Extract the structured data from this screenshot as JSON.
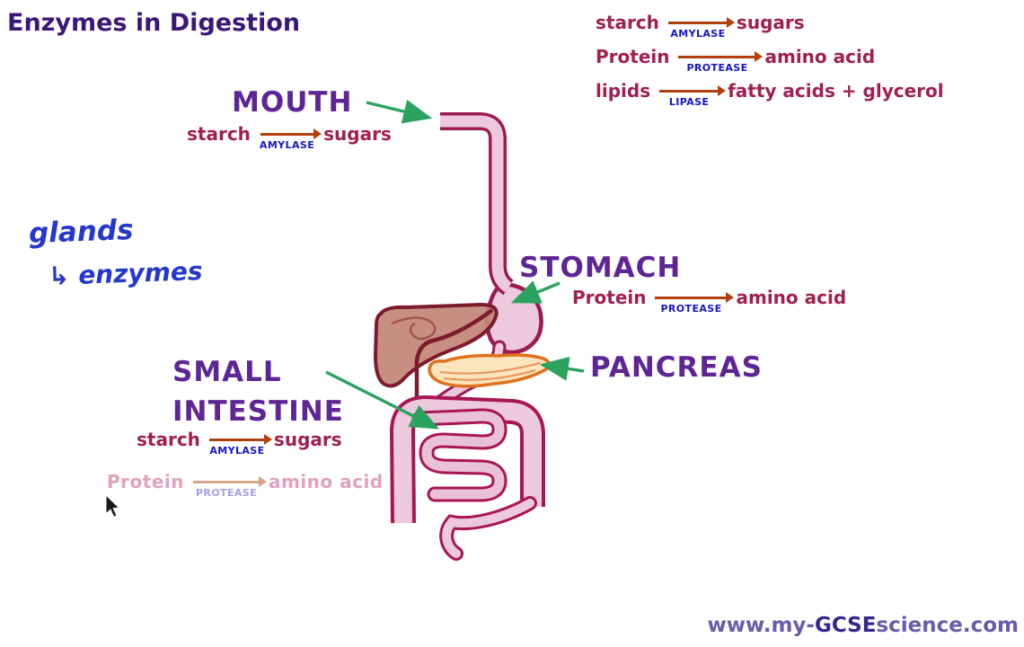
{
  "title": "Enzymes in Digestion",
  "legend": {
    "reactions": [
      {
        "substrate": "starch",
        "enzyme": "AMYLASE",
        "product": "sugars"
      },
      {
        "substrate": "Protein",
        "enzyme": "PROTEASE",
        "product": "amino acid"
      },
      {
        "substrate": "lipids",
        "enzyme": "LIPASE",
        "product": "fatty acids + glycerol"
      }
    ]
  },
  "handwritten_note": {
    "line1": "glands",
    "arrow": "↳",
    "line2": "enzymes"
  },
  "mouth": {
    "label": "MOUTH",
    "reaction": {
      "substrate": "starch",
      "enzyme": "AMYLASE",
      "product": "sugars"
    }
  },
  "stomach": {
    "label": "STOMACH",
    "reaction": {
      "substrate": "Protein",
      "enzyme": "PROTEASE",
      "product": "amino acid"
    }
  },
  "small_intestine": {
    "label_line1": "SMALL",
    "label_line2": "INTESTINE",
    "reaction1": {
      "substrate": "starch",
      "enzyme": "AMYLASE",
      "product": "sugars"
    },
    "reaction2_faded": {
      "substrate": "Protein",
      "enzyme": "PROTEASE",
      "product": "amino acid"
    }
  },
  "pancreas": {
    "label": "PANCREAS"
  },
  "watermark": {
    "prefix": "www.my-",
    "emphasis": "GCSE",
    "suffix": "science.com"
  },
  "colors": {
    "title_purple": "#3b1878",
    "label_purple": "#5e2695",
    "text_maroon": "#a02050",
    "arrow_brown": "#b2400e",
    "enzyme_blue": "#1616c8",
    "pointer_green": "#2ba35f",
    "ink_blue": "#2638cc",
    "faded_pink": "#e0a2bc",
    "faded_arrow": "#d4a58c",
    "faded_blue": "#9fa5e2",
    "url_purple": "#6a5cab",
    "url_dark": "#38258e",
    "organ_pink": "#ecc9dd",
    "organ_outline": "#a2164f",
    "liver_fill": "#c28678",
    "liver_outline": "#7d1b2d",
    "pancreas_fill": "#fce4bd",
    "pancreas_outline": "#e0711c"
  }
}
